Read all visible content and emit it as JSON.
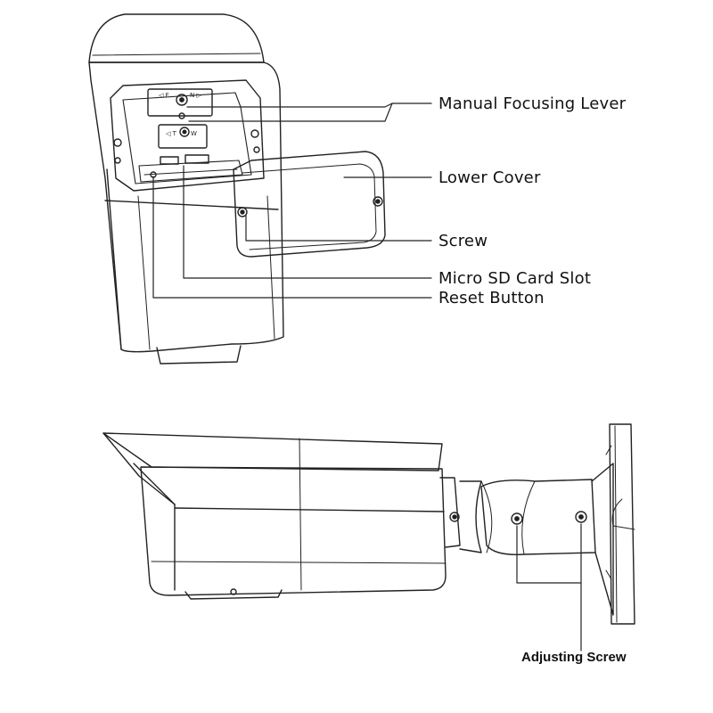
{
  "labels": {
    "manual_focusing_lever": "Manual Focusing Lever",
    "lower_cover": "Lower Cover",
    "screw": "Screw",
    "micro_sd_card_slot": "Micro SD Card Slot",
    "reset_button": "Reset Button",
    "adjusting_screw": "Adjusting Screw"
  },
  "lens_marks": {
    "top_left": "◁ F",
    "top_right": "N ▷",
    "bottom_left": "◁ T",
    "bottom_right": "W"
  },
  "colors": {
    "stroke": "#222222",
    "background": "#ffffff"
  }
}
